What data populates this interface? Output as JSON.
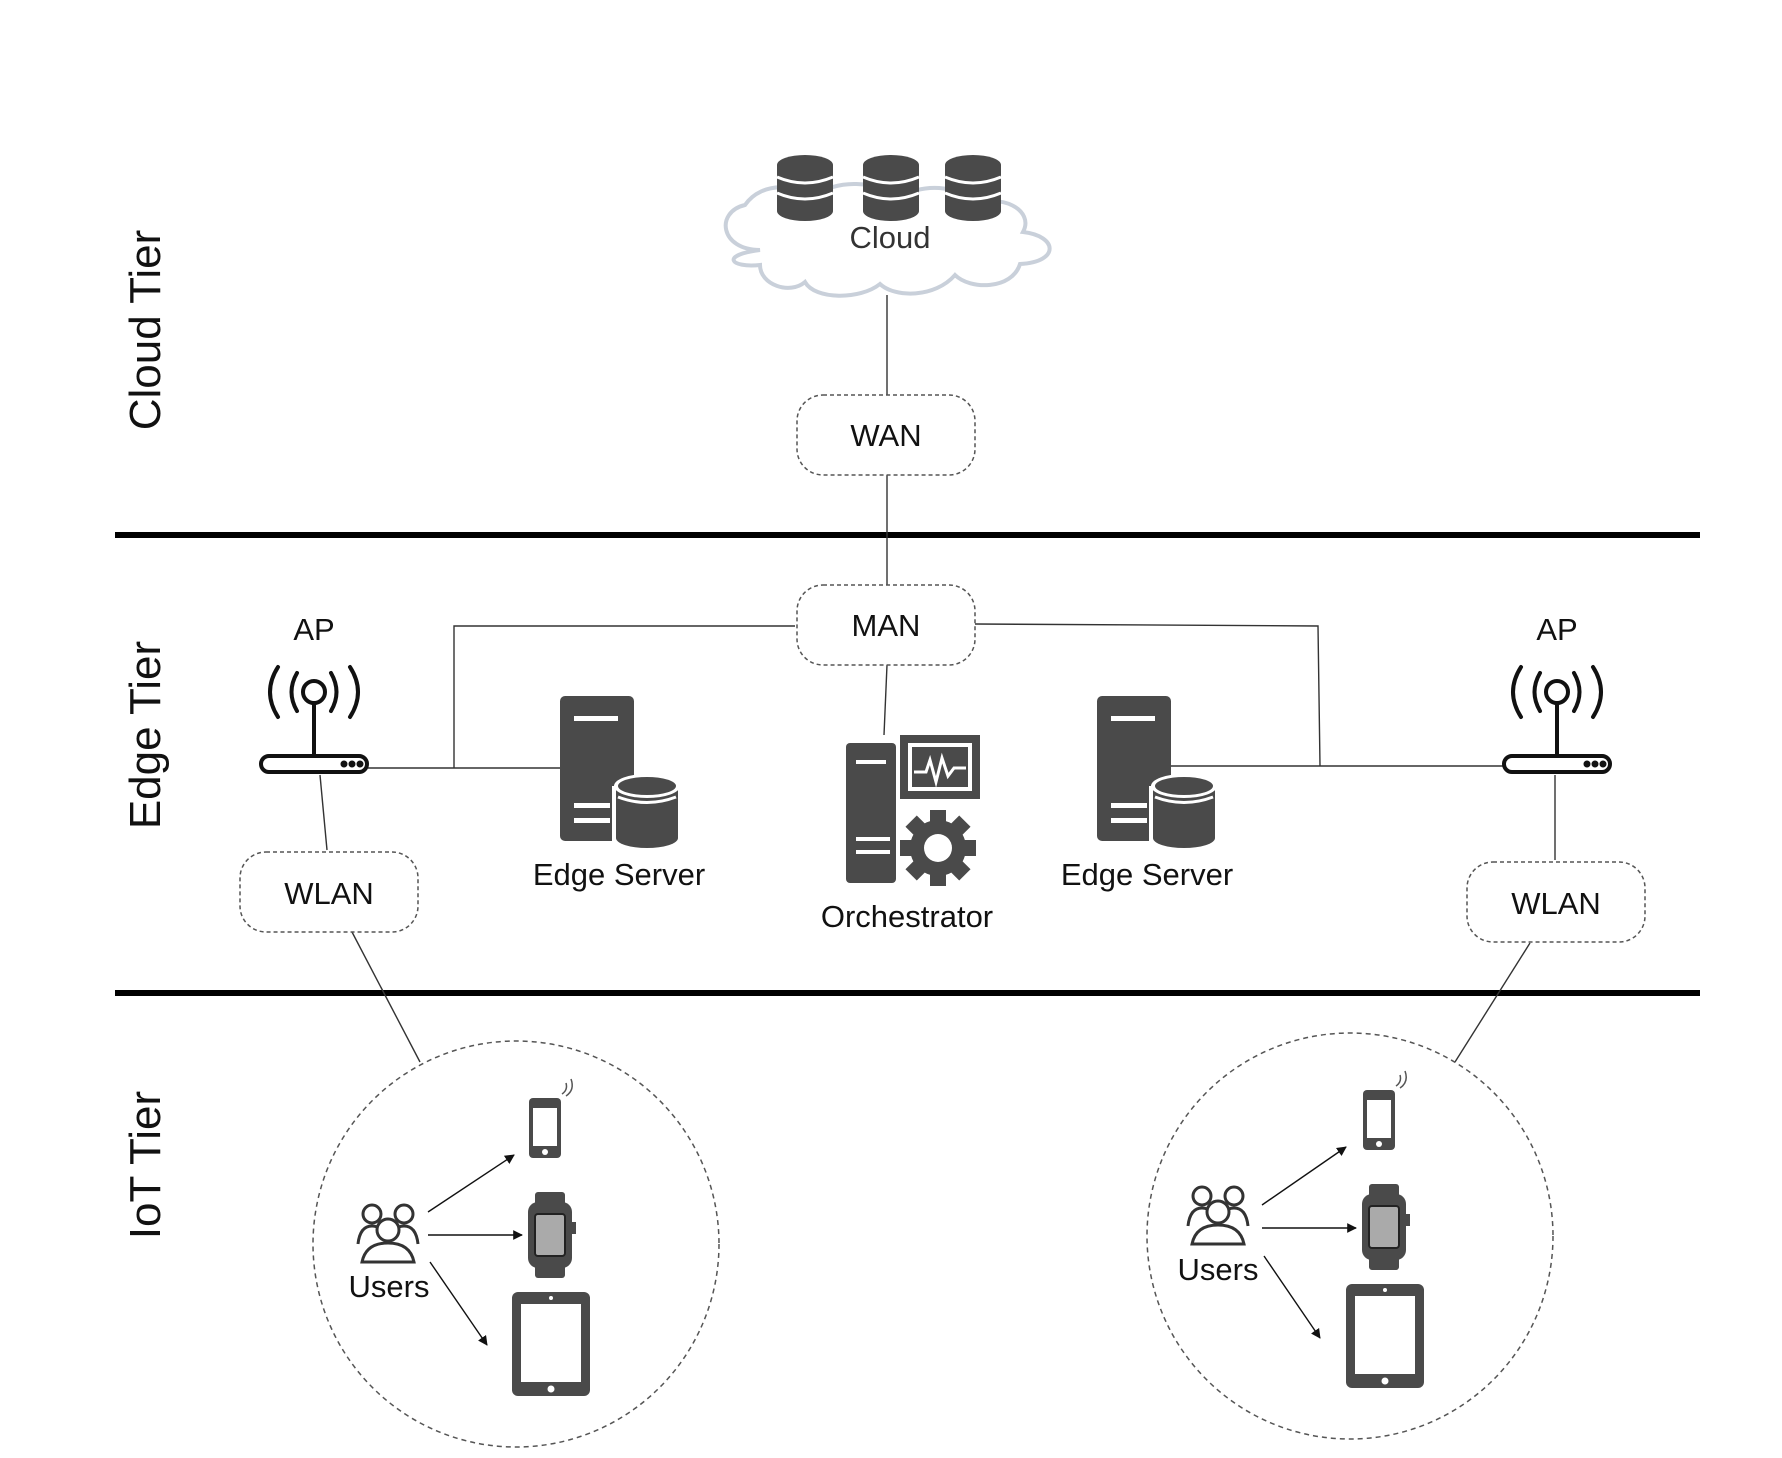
{
  "tiers": {
    "cloud": "Cloud Tier",
    "edge": "Edge Tier",
    "iot": "IoT Tier"
  },
  "cloud": {
    "label": "Cloud",
    "icon": "cloud-database-icon"
  },
  "networks": {
    "wan": "WAN",
    "man": "MAN",
    "wlan_left": "WLAN",
    "wlan_right": "WLAN"
  },
  "access_points": {
    "left": {
      "label": "AP",
      "icon": "access-point-icon"
    },
    "right": {
      "label": "AP",
      "icon": "access-point-icon"
    }
  },
  "servers": {
    "edge_left": {
      "label": "Edge Server",
      "icon": "edge-server-icon"
    },
    "orchestrator": {
      "label": "Orchestrator",
      "icon": "orchestrator-icon"
    },
    "edge_right": {
      "label": "Edge Server",
      "icon": "edge-server-icon"
    }
  },
  "iot_groups": {
    "left": {
      "users_label": "Users",
      "devices": [
        "smartphone-icon",
        "smartwatch-icon",
        "tablet-icon"
      ]
    },
    "right": {
      "users_label": "Users",
      "devices": [
        "smartphone-icon",
        "smartwatch-icon",
        "tablet-icon"
      ]
    }
  },
  "colors": {
    "icon_fill": "#4a4a4a",
    "cloud_outline": "#c9d0da",
    "divider": "#000000"
  }
}
